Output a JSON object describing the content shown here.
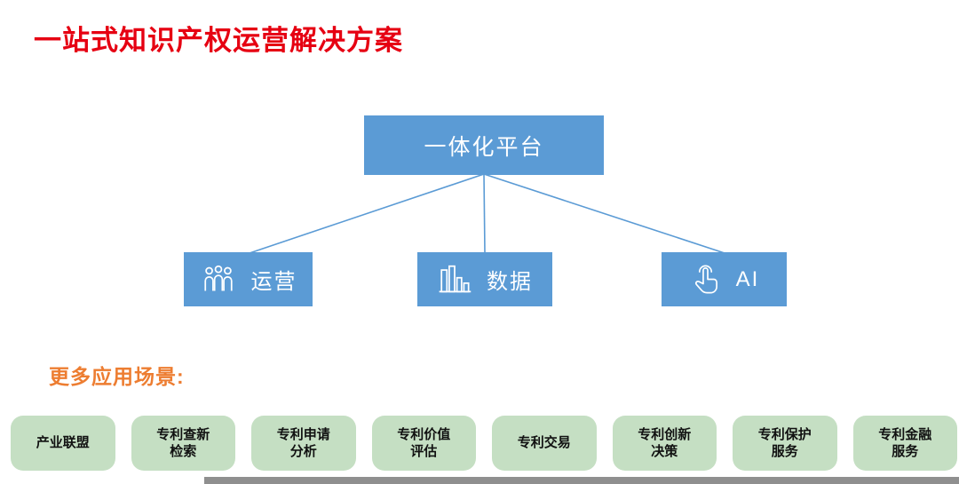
{
  "title": "一站式知识产权运营解决方案",
  "diagram": {
    "root": {
      "label": "一体化平台"
    },
    "children": [
      {
        "label": "运营",
        "icon": "people-icon"
      },
      {
        "label": "数据",
        "icon": "bar-chart-icon"
      },
      {
        "label": "AI",
        "icon": "touch-icon"
      }
    ]
  },
  "more_scenarios": {
    "label": "更多应用场景:"
  },
  "scenarios": [
    {
      "label": "产业联盟"
    },
    {
      "label": "专利查新\n检索"
    },
    {
      "label": "专利申请\n分析"
    },
    {
      "label": "专利价值\n评估"
    },
    {
      "label": "专利交易"
    },
    {
      "label": "专利创新\n决策"
    },
    {
      "label": "专利保护\n服务"
    },
    {
      "label": "专利金融\n服务"
    }
  ],
  "colors": {
    "title_red": "#e60012",
    "node_blue": "#5b9bd5",
    "pill_green": "#c5dfc3",
    "accent_orange": "#ed7d31"
  }
}
